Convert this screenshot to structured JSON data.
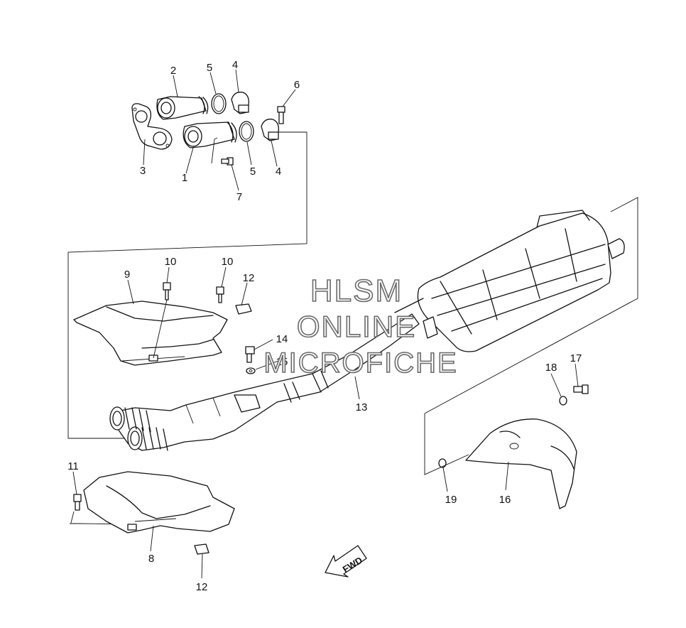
{
  "callouts": [
    {
      "id": "c1",
      "label": "1"
    },
    {
      "id": "c2",
      "label": "2"
    },
    {
      "id": "c3",
      "label": "3"
    },
    {
      "id": "c4a",
      "label": "4"
    },
    {
      "id": "c4b",
      "label": "4"
    },
    {
      "id": "c5a",
      "label": "5"
    },
    {
      "id": "c5b",
      "label": "5"
    },
    {
      "id": "c6",
      "label": "6"
    },
    {
      "id": "c7",
      "label": "7"
    },
    {
      "id": "c8",
      "label": "8"
    },
    {
      "id": "c9",
      "label": "9"
    },
    {
      "id": "c10a",
      "label": "10"
    },
    {
      "id": "c10b",
      "label": "10"
    },
    {
      "id": "c11",
      "label": "11"
    },
    {
      "id": "c12a",
      "label": "12"
    },
    {
      "id": "c12b",
      "label": "12"
    },
    {
      "id": "c13",
      "label": "13"
    },
    {
      "id": "c14",
      "label": "14"
    },
    {
      "id": "c15",
      "label": "15"
    },
    {
      "id": "c16",
      "label": "16"
    },
    {
      "id": "c17",
      "label": "17"
    },
    {
      "id": "c18",
      "label": "18"
    },
    {
      "id": "c19",
      "label": "19"
    }
  ],
  "watermark": {
    "line1": "HLSM",
    "line2": "ONLINE",
    "line3": "MICROFICHE"
  },
  "direction_arrow": {
    "label": "FWD",
    "icon": "forward-arrow-icon"
  }
}
